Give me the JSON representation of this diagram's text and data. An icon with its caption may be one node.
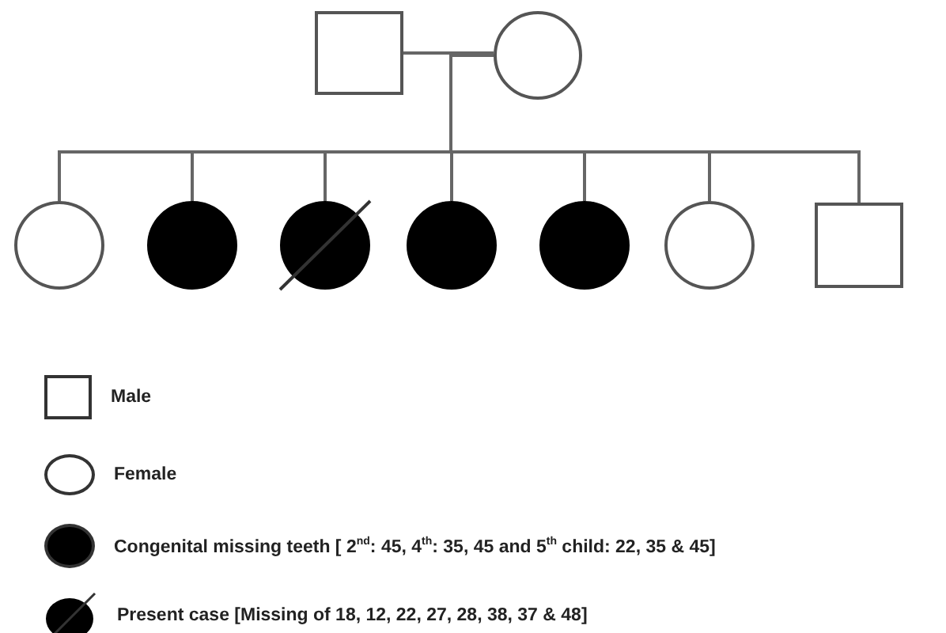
{
  "diagram": {
    "nodes": [
      {
        "text": [],
        "shape": "box"
      },
      {
        "text": [],
        "shape": "circle"
      },
      {
        "text": [],
        "shape": "circle"
      },
      {
        "text": [],
        "shape": "circle"
      },
      {
        "text": [],
        "shape": "circle"
      },
      {
        "text": [],
        "shape": "circle"
      },
      {
        "text": [],
        "shape": "circle"
      },
      {
        "text": [],
        "shape": "circle"
      },
      {
        "text": [],
        "shape": "box"
      }
    ],
    "edges": [
      {
        "from": 0,
        "to": 1,
        "arrow": "none"
      },
      {
        "from": 0,
        "to": 2,
        "arrow": "none"
      },
      {
        "from": 0,
        "to": 3,
        "arrow": "none"
      },
      {
        "from": 0,
        "to": 4,
        "arrow": "none"
      },
      {
        "from": 0,
        "to": 5,
        "arrow": "none"
      },
      {
        "from": 0,
        "to": 6,
        "arrow": "none"
      },
      {
        "from": 0,
        "to": 7,
        "arrow": "none"
      },
      {
        "from": 0,
        "to": 8,
        "arrow": "none"
      },
      {
        "from": 1,
        "to": 2,
        "arrow": "none"
      },
      {
        "from": 1,
        "to": 3,
        "arrow": "none"
      },
      {
        "from": 1,
        "to": 4,
        "arrow": "none"
      },
      {
        "from": 1,
        "to": 5,
        "arrow": "none"
      },
      {
        "from": 1,
        "to": 6,
        "arrow": "none"
      },
      {
        "from": 1,
        "to": 7,
        "arrow": "none"
      },
      {
        "from": 1,
        "to": 8,
        "arrow": "none"
      }
    ],
    "legend": [
      {
        "text": "Male"
      },
      {
        "text": "Female"
      },
      {
        "text": "Congenital missing teeth [ 2$^{nd}$: 45, 4$^{th}$: 35, 45 and 5$^{th}$ child: 22, 35 & 45]"
      },
      {
        "text": "Present case [Missing of 18, 12, 22, **27**, 28, 38, **37** & 48]"
      }
    ]
  }
}
